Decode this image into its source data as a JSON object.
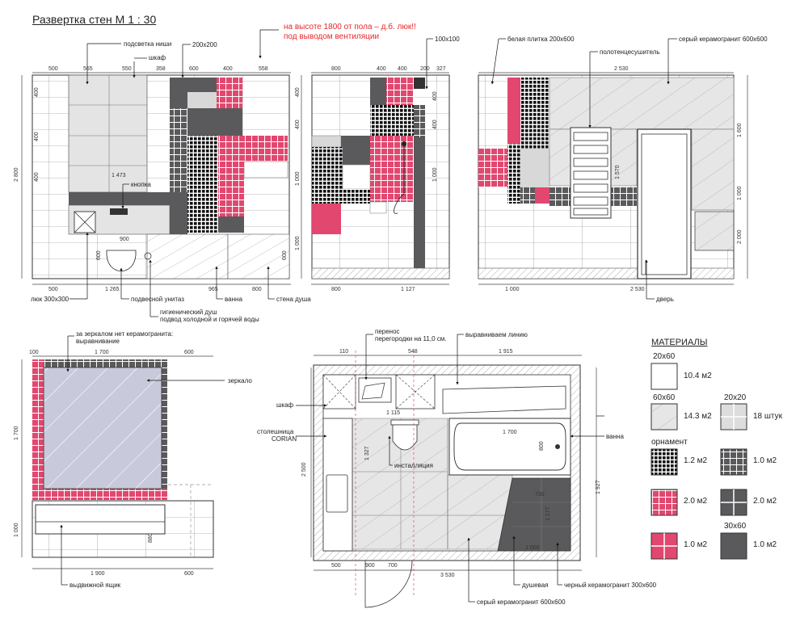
{
  "title": "Развертка стен  М 1 : 30",
  "note_red": [
    "на высоте 1800 от пола – д.б. люк!!",
    "под выводом вентиляции"
  ],
  "colors": {
    "pink": "#e2476f",
    "dark": "#5a5a5c",
    "light": "#dddddd",
    "mirror": "#c9c9dc",
    "line": "#333333",
    "hatch": "#9a9a9a"
  },
  "annotations": {
    "niche_light": "подсветка ниши",
    "cabinet_top": "шкаф",
    "tile_200": "200x200",
    "tile_100": "100x100",
    "white_tile": "белая плитка 200х600",
    "gray_porcelain": "серый керамогранит 600х600",
    "towel_dryer": "полотенцесушитель",
    "button": "кнопка",
    "hatch": "люк 300x300",
    "toilet": "подвесной унитаз",
    "hyg_shower": [
      "гигиенический душ",
      "подвод холодной и горячей воды"
    ],
    "bath": "ванна",
    "shower_wall": "стена душа",
    "door": "дверь",
    "no_porcelain": [
      "за зеркалом нет керамогранита:",
      "выравнивание"
    ],
    "mirror": "зеркало",
    "drawer": "выдвижной ящик",
    "partition": [
      "перенос",
      "перегородки на 11,0 см."
    ],
    "align_line": "выравниваем линию",
    "cabinet_plan": "шкаф",
    "countertop": [
      "столешница",
      "CORIAN"
    ],
    "install": "инсталляция",
    "bath_plan": "ванна",
    "shower_tray": "душевая",
    "black_porcelain": "черный керамогранит 300x600",
    "gray_porcelain_plan": "серый керамогранит 600x600"
  },
  "dims": {
    "e1_top": [
      "500",
      "565",
      "550",
      "358",
      "600",
      "400",
      "558"
    ],
    "e1_bottom": [
      "500",
      "1 265",
      "965",
      "800"
    ],
    "e1_left": [
      "2 800",
      "400",
      "400",
      "400",
      "600"
    ],
    "e1_inner": [
      "1 473",
      "900",
      "600",
      "600"
    ],
    "e2_top": [
      "800",
      "400",
      "400",
      "200",
      "327"
    ],
    "e2_bottom": [
      "800",
      "1 127"
    ],
    "e2_left": [
      "400",
      "400",
      "1 000",
      "1 000"
    ],
    "e3_top": [
      "2 530"
    ],
    "e3_bottom": [
      "1 000",
      "2 530"
    ],
    "e3_right": [
      "1 600",
      "1 000",
      "2 000"
    ],
    "e3_inner": [
      "1 570"
    ],
    "e4_top": [
      "100",
      "1 700",
      "600"
    ],
    "e4_bottom": [
      "1 900",
      "600"
    ],
    "e4_left": [
      "1 700",
      "1 000"
    ],
    "e4_inner": [
      "880"
    ],
    "plan_top": [
      "110",
      "548",
      "1 915"
    ],
    "plan_bottom": [
      "500",
      "900",
      "700",
      "3 530"
    ],
    "plan_left": [
      "2 500",
      "1 327"
    ],
    "plan_right": [
      "1 927",
      "1 177"
    ],
    "plan_inner": [
      "1 115",
      "1 700",
      "800",
      "730",
      "1 000"
    ]
  },
  "materials": {
    "header": "МАТЕРИАЛЫ",
    "items": [
      {
        "label": "20x60",
        "value": "10.4 м2"
      },
      {
        "label": "60x60",
        "value": "14.3 м2"
      },
      {
        "label": "20x20",
        "value": "18 штук"
      },
      {
        "label": "орнамент",
        "value": "1.2 м2"
      },
      {
        "label": "",
        "value": "1.0 м2"
      },
      {
        "label": "",
        "value": "2.0 м2"
      },
      {
        "label": "",
        "value": "2.0 м2"
      },
      {
        "label": "",
        "value": "1.0 м2"
      },
      {
        "label": "30x60",
        "value": "1.0 м2"
      }
    ]
  }
}
